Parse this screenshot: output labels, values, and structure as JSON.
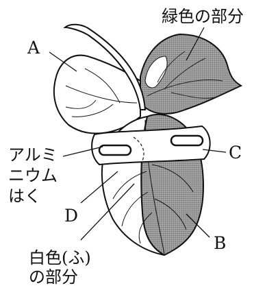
{
  "labels": {
    "green_part": "緑色の部分",
    "A": "A",
    "B": "B",
    "C": "C",
    "D": "D",
    "foil_line1": "アルミ",
    "foil_line2": "ニウム",
    "foil_line3": "はく",
    "white_line1": "白色(ふ)",
    "white_line2": "の部分"
  },
  "colors": {
    "green_fill": "#8f8f8f",
    "white_fill": "#ffffff",
    "outline": "#111111"
  }
}
